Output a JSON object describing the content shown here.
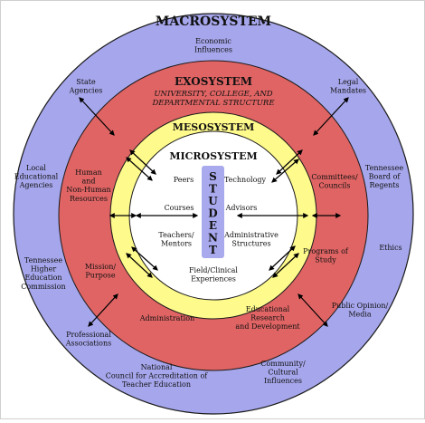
{
  "colors": {
    "macro": "#a6a6ec",
    "exo": "#e06464",
    "meso": "#fffa8c",
    "micro": "#ffffff",
    "student_bar": "#a9a9ee",
    "outline": "#1a1a1a",
    "arrow": "#000000"
  },
  "titles": {
    "macro": "MACROSYSTEM",
    "exo": "EXOSYSTEM",
    "exo_sub": [
      "UNIVERSITY, COLLEGE, AND",
      "DEPARTMENTAL STRUCTURE"
    ],
    "meso": "MESOSYSTEM",
    "micro": "MICROSYSTEM",
    "student_letters": [
      "S",
      "T",
      "U",
      "D",
      "E",
      "N",
      "T"
    ]
  },
  "macro_labels": {
    "economic": [
      "Economic",
      "Influences"
    ],
    "state": [
      "State",
      "Agencies"
    ],
    "legal": [
      "Legal",
      "Mandates"
    ],
    "local": [
      "Local",
      "Educational",
      "Agencies"
    ],
    "regents": [
      "Tennessee",
      "Board of",
      "Regents"
    ],
    "ethics": [
      "Ethics"
    ],
    "thec": [
      "Tennessee",
      "Higher",
      "Education",
      "Commission"
    ],
    "public": [
      "Public Opinion/",
      "Media"
    ],
    "prof": [
      "Professional",
      "Associations"
    ],
    "ncate": [
      "National",
      "Council for Accreditation of",
      "Teacher Education"
    ],
    "community": [
      "Community/",
      "Cultural",
      "Influences"
    ]
  },
  "exo_labels": {
    "human": [
      "Human",
      "and",
      "Non-Human",
      "Resources"
    ],
    "committees": [
      "Committees/",
      "Councils"
    ],
    "mission": [
      "Mission/",
      "Purpose"
    ],
    "programs": [
      "Programs of",
      "Study"
    ],
    "admin": [
      "Administration"
    ],
    "research": [
      "Educational",
      "Research",
      "and Development"
    ]
  },
  "micro_labels": {
    "peers": [
      "Peers"
    ],
    "technology": [
      "Technology"
    ],
    "courses": [
      "Courses"
    ],
    "advisors": [
      "Advisors"
    ],
    "teachers": [
      "Teachers/",
      "Mentors"
    ],
    "structures": [
      "Administrative",
      "Structures"
    ],
    "field": [
      "Field/Clinical",
      "Experiences"
    ]
  }
}
